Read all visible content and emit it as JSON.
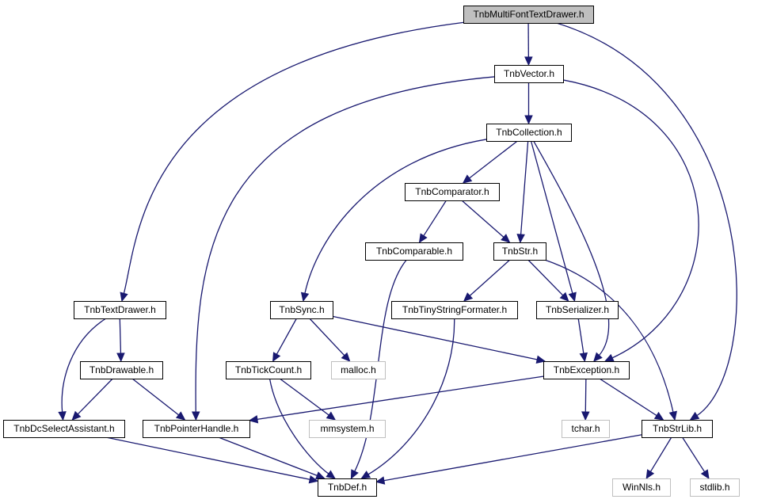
{
  "colors": {
    "edge": "#191970",
    "border_normal": "#000000",
    "border_external": "#bfbfbf",
    "fill_root": "#bfbfbf",
    "fill_normal": "#ffffff",
    "text_normal": "#000000",
    "text_external": "#000000"
  },
  "nodes": [
    {
      "id": "multifont",
      "label": "TnbMultiFontTextDrawer.h",
      "kind": "root"
    },
    {
      "id": "vector",
      "label": "TnbVector.h",
      "kind": "normal"
    },
    {
      "id": "collection",
      "label": "TnbCollection.h",
      "kind": "normal"
    },
    {
      "id": "comparator",
      "label": "TnbComparator.h",
      "kind": "normal"
    },
    {
      "id": "comparable",
      "label": "TnbComparable.h",
      "kind": "normal"
    },
    {
      "id": "str",
      "label": "TnbStr.h",
      "kind": "normal"
    },
    {
      "id": "textdrawer",
      "label": "TnbTextDrawer.h",
      "kind": "normal"
    },
    {
      "id": "sync",
      "label": "TnbSync.h",
      "kind": "normal"
    },
    {
      "id": "tinyformater",
      "label": "TnbTinyStringFormater.h",
      "kind": "normal"
    },
    {
      "id": "serializer",
      "label": "TnbSerializer.h",
      "kind": "normal"
    },
    {
      "id": "drawable",
      "label": "TnbDrawable.h",
      "kind": "normal"
    },
    {
      "id": "tickcount",
      "label": "TnbTickCount.h",
      "kind": "normal"
    },
    {
      "id": "malloc",
      "label": "malloc.h",
      "kind": "external"
    },
    {
      "id": "exception",
      "label": "TnbException.h",
      "kind": "normal"
    },
    {
      "id": "dcselect",
      "label": "TnbDcSelectAssistant.h",
      "kind": "normal"
    },
    {
      "id": "pointer",
      "label": "TnbPointerHandle.h",
      "kind": "normal"
    },
    {
      "id": "mmsystem",
      "label": "mmsystem.h",
      "kind": "external"
    },
    {
      "id": "tchar",
      "label": "tchar.h",
      "kind": "external"
    },
    {
      "id": "strlib",
      "label": "TnbStrLib.h",
      "kind": "normal"
    },
    {
      "id": "def",
      "label": "TnbDef.h",
      "kind": "normal"
    },
    {
      "id": "winnls",
      "label": "WinNls.h",
      "kind": "external"
    },
    {
      "id": "stdlib",
      "label": "stdlib.h",
      "kind": "external"
    }
  ],
  "edges": [
    {
      "from": "multifont",
      "to": "vector"
    },
    {
      "from": "multifont",
      "to": "textdrawer"
    },
    {
      "from": "multifont",
      "to": "strlib"
    },
    {
      "from": "vector",
      "to": "collection"
    },
    {
      "from": "vector",
      "to": "pointer"
    },
    {
      "from": "vector",
      "to": "exception"
    },
    {
      "from": "collection",
      "to": "comparator"
    },
    {
      "from": "collection",
      "to": "str"
    },
    {
      "from": "collection",
      "to": "sync"
    },
    {
      "from": "collection",
      "to": "serializer"
    },
    {
      "from": "collection",
      "to": "exception"
    },
    {
      "from": "comparator",
      "to": "comparable"
    },
    {
      "from": "comparator",
      "to": "str"
    },
    {
      "from": "comparable",
      "to": "def"
    },
    {
      "from": "str",
      "to": "tinyformater"
    },
    {
      "from": "str",
      "to": "serializer"
    },
    {
      "from": "str",
      "to": "strlib"
    },
    {
      "from": "textdrawer",
      "to": "drawable"
    },
    {
      "from": "textdrawer",
      "to": "dcselect"
    },
    {
      "from": "sync",
      "to": "tickcount"
    },
    {
      "from": "sync",
      "to": "malloc"
    },
    {
      "from": "sync",
      "to": "exception"
    },
    {
      "from": "tinyformater",
      "to": "def"
    },
    {
      "from": "serializer",
      "to": "exception"
    },
    {
      "from": "drawable",
      "to": "dcselect"
    },
    {
      "from": "drawable",
      "to": "pointer"
    },
    {
      "from": "tickcount",
      "to": "mmsystem"
    },
    {
      "from": "tickcount",
      "to": "def"
    },
    {
      "from": "exception",
      "to": "pointer"
    },
    {
      "from": "exception",
      "to": "tchar"
    },
    {
      "from": "exception",
      "to": "strlib"
    },
    {
      "from": "dcselect",
      "to": "def"
    },
    {
      "from": "pointer",
      "to": "def"
    },
    {
      "from": "strlib",
      "to": "def"
    },
    {
      "from": "strlib",
      "to": "winnls"
    },
    {
      "from": "strlib",
      "to": "stdlib"
    }
  ]
}
